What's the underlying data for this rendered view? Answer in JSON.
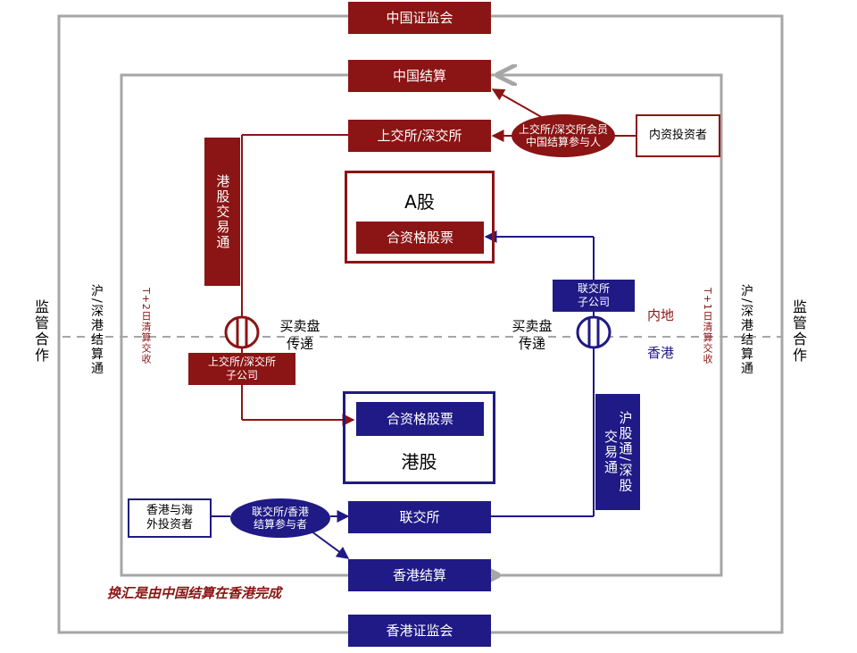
{
  "nodes": {
    "csrc": "中国证监会",
    "chinaclear": "中国结算",
    "sse_szse": "上交所/深交所",
    "sse_member": "上交所/深交所会员\n中国结算参与人",
    "domestic_investor": "内资投资者",
    "a_share_title": "A股",
    "a_share_stocks": "合资格股票",
    "hk_title": "港股",
    "hk_stocks": "合资格股票",
    "sehk_sub": "联交所\n子公司",
    "sse_sub": "上交所/深交所\n子公司",
    "hk_overseas_investor": "香港与海\n外投资者",
    "sehk_member": "联交所/香港\n结算参与者",
    "sehk": "联交所",
    "hkscc": "香港结算",
    "sfc": "香港证监会"
  },
  "labels": {
    "southbound": "港股交易通",
    "northbound": "沪股通/深股\n交易通",
    "order_routing_left": "买卖盘\n传递",
    "order_routing_right": "买卖盘\n传递",
    "mainland": "内地",
    "hongkong": "香港",
    "t2_settlement": "T+2日清算交收",
    "t1_settlement": "T+1日清算交收",
    "clearing_link_left": "沪/深港结算通",
    "clearing_link_right": "沪/深港结算通",
    "regulatory_left": "监管合作",
    "regulatory_right": "监管合作",
    "fx_note": "换汇是由中国结算在香港完成"
  },
  "colors": {
    "mainland_red": "#8b1414",
    "hk_blue": "#1f1a85",
    "frame_gray": "#a6a6a6"
  }
}
